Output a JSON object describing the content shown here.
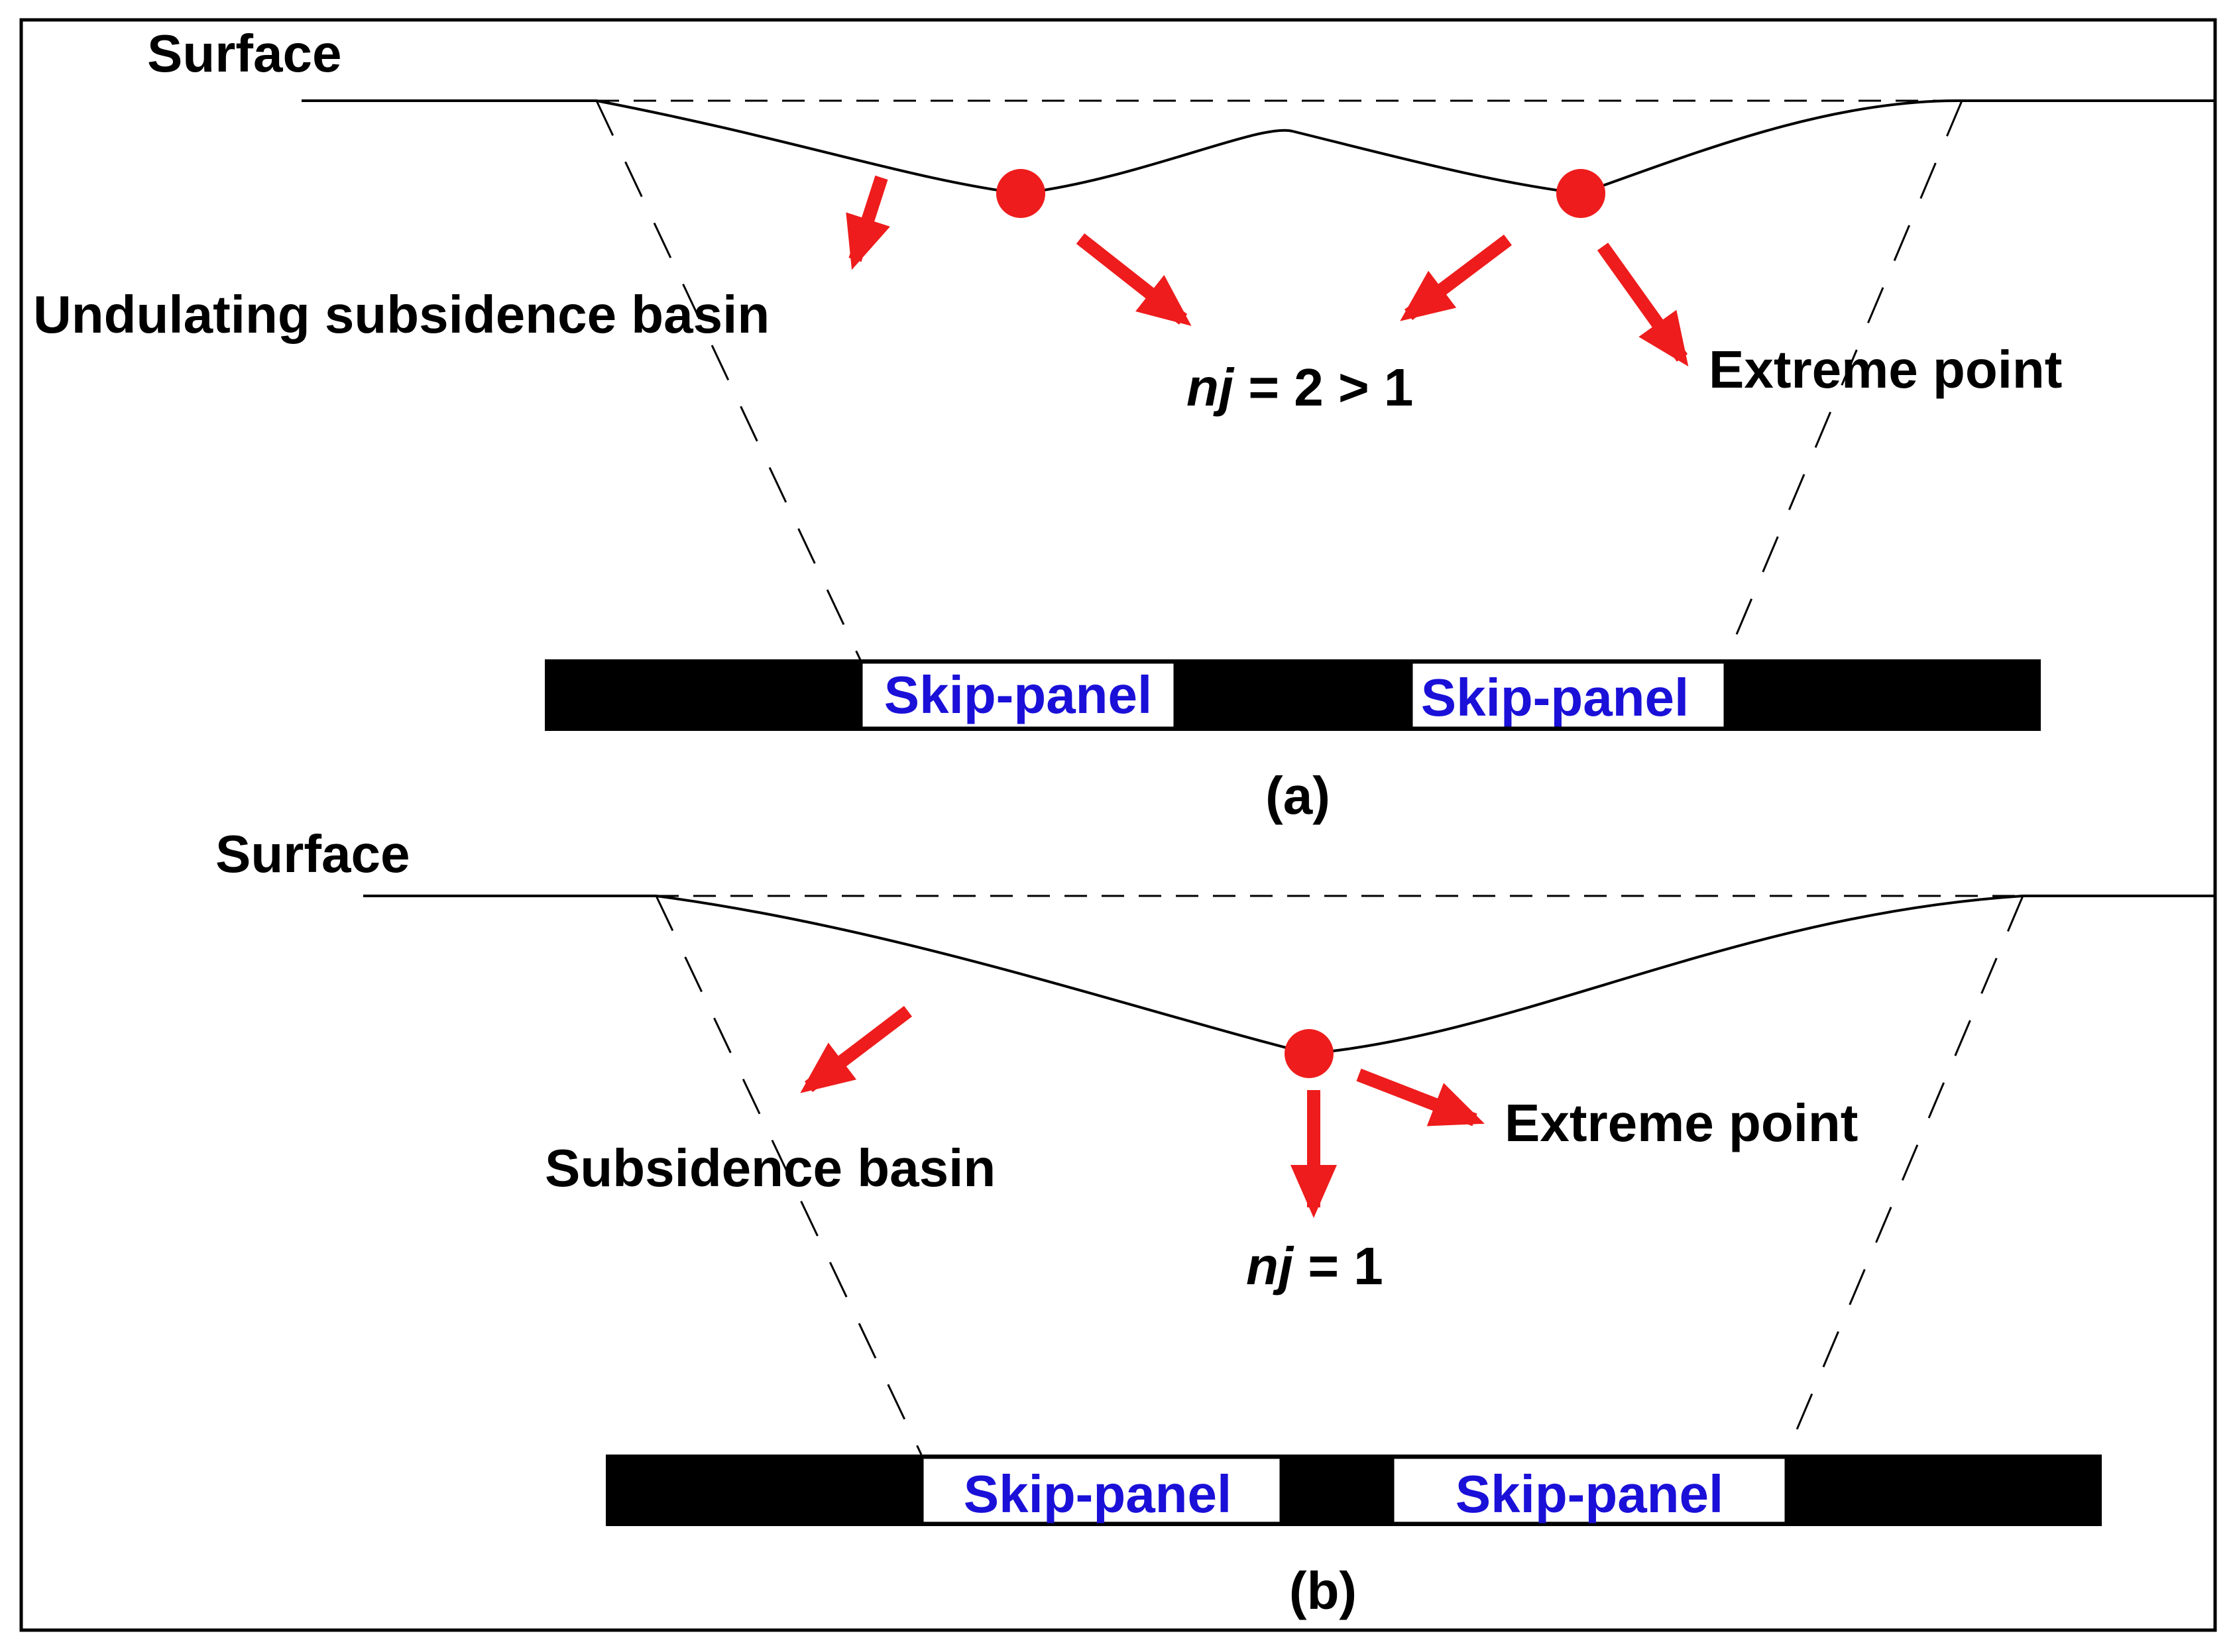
{
  "colors": {
    "arrow": "#ee1c1c",
    "extreme_point": "#ee1c1c",
    "panel_text": "#1a10d8",
    "mined_area": "#000000",
    "line": "#000000"
  },
  "panel_a": {
    "surface_label": "Surface",
    "basin_label": "Undulating subsidence basin",
    "extreme_label": "Extreme point",
    "nj_var": "nj",
    "nj_rest": " = 2 > 1",
    "nj_value": 2,
    "skip_panels": [
      "Skip-panel",
      "Skip-panel"
    ],
    "caption": "(a)"
  },
  "panel_b": {
    "surface_label": "Surface",
    "basin_label": "Subsidence basin",
    "extreme_label": "Extreme point",
    "nj_var": "nj",
    "nj_rest": " = 1",
    "nj_value": 1,
    "skip_panels": [
      "Skip-panel",
      "Skip-panel"
    ],
    "caption": "(b)"
  }
}
